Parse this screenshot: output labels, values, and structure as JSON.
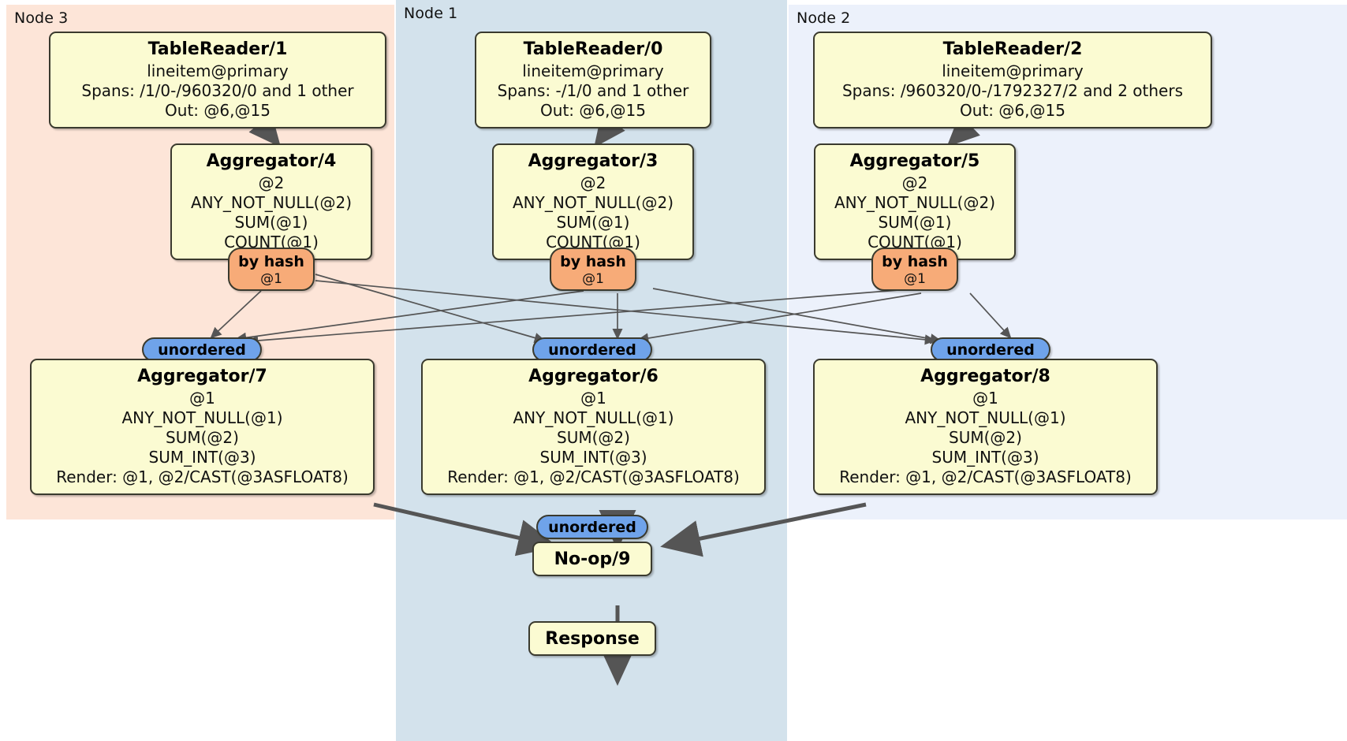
{
  "diagram": {
    "type": "distributed-query-plan",
    "colors": {
      "node3_bg": "#fde5d8",
      "node1_bg": "#d3e2ec",
      "node2_bg": "#ecf1fb",
      "processor_box": "#fbfbd2",
      "hash_router": "#f7ab78",
      "unordered_synchronizer": "#6fa3ea",
      "border": "#3a3a2e",
      "edge": "#555555"
    }
  },
  "regions": [
    {
      "id": "node3",
      "label": "Node 3"
    },
    {
      "id": "node1",
      "label": "Node 1"
    },
    {
      "id": "node2",
      "label": "Node 2"
    }
  ],
  "processors": {
    "tablereader1": {
      "title": "TableReader/1",
      "lines": [
        "lineitem@primary",
        "Spans: /1/0-/960320/0 and 1 other",
        "Out: @6,@15"
      ]
    },
    "tablereader0": {
      "title": "TableReader/0",
      "lines": [
        "lineitem@primary",
        "Spans: -/1/0 and 1 other",
        "Out: @6,@15"
      ]
    },
    "tablereader2": {
      "title": "TableReader/2",
      "lines": [
        "lineitem@primary",
        "Spans: /960320/0-/1792327/2 and 2 others",
        "Out: @6,@15"
      ]
    },
    "aggregator4": {
      "title": "Aggregator/4",
      "lines": [
        "@2",
        "ANY_NOT_NULL(@2)",
        "SUM(@1)",
        "COUNT(@1)"
      ]
    },
    "aggregator3": {
      "title": "Aggregator/3",
      "lines": [
        "@2",
        "ANY_NOT_NULL(@2)",
        "SUM(@1)",
        "COUNT(@1)"
      ]
    },
    "aggregator5": {
      "title": "Aggregator/5",
      "lines": [
        "@2",
        "ANY_NOT_NULL(@2)",
        "SUM(@1)",
        "COUNT(@1)"
      ]
    },
    "aggregator7": {
      "title": "Aggregator/7",
      "lines": [
        "@1",
        "ANY_NOT_NULL(@1)",
        "SUM(@2)",
        "SUM_INT(@3)",
        "Render: @1, @2/CAST(@3ASFLOAT8)"
      ]
    },
    "aggregator6": {
      "title": "Aggregator/6",
      "lines": [
        "@1",
        "ANY_NOT_NULL(@1)",
        "SUM(@2)",
        "SUM_INT(@3)",
        "Render: @1, @2/CAST(@3ASFLOAT8)"
      ]
    },
    "aggregator8": {
      "title": "Aggregator/8",
      "lines": [
        "@1",
        "ANY_NOT_NULL(@1)",
        "SUM(@2)",
        "SUM_INT(@3)",
        "Render: @1, @2/CAST(@3ASFLOAT8)"
      ]
    },
    "noop9": {
      "title": "No-op/9",
      "lines": []
    },
    "response": {
      "title": "Response",
      "lines": []
    }
  },
  "routers": {
    "hash_left": {
      "label": "by hash",
      "column": "@1"
    },
    "hash_mid": {
      "label": "by hash",
      "column": "@1"
    },
    "hash_right": {
      "label": "by hash",
      "column": "@1"
    },
    "unordered_left": {
      "label": "unordered"
    },
    "unordered_mid": {
      "label": "unordered"
    },
    "unordered_right": {
      "label": "unordered"
    },
    "unordered_final": {
      "label": "unordered"
    }
  }
}
